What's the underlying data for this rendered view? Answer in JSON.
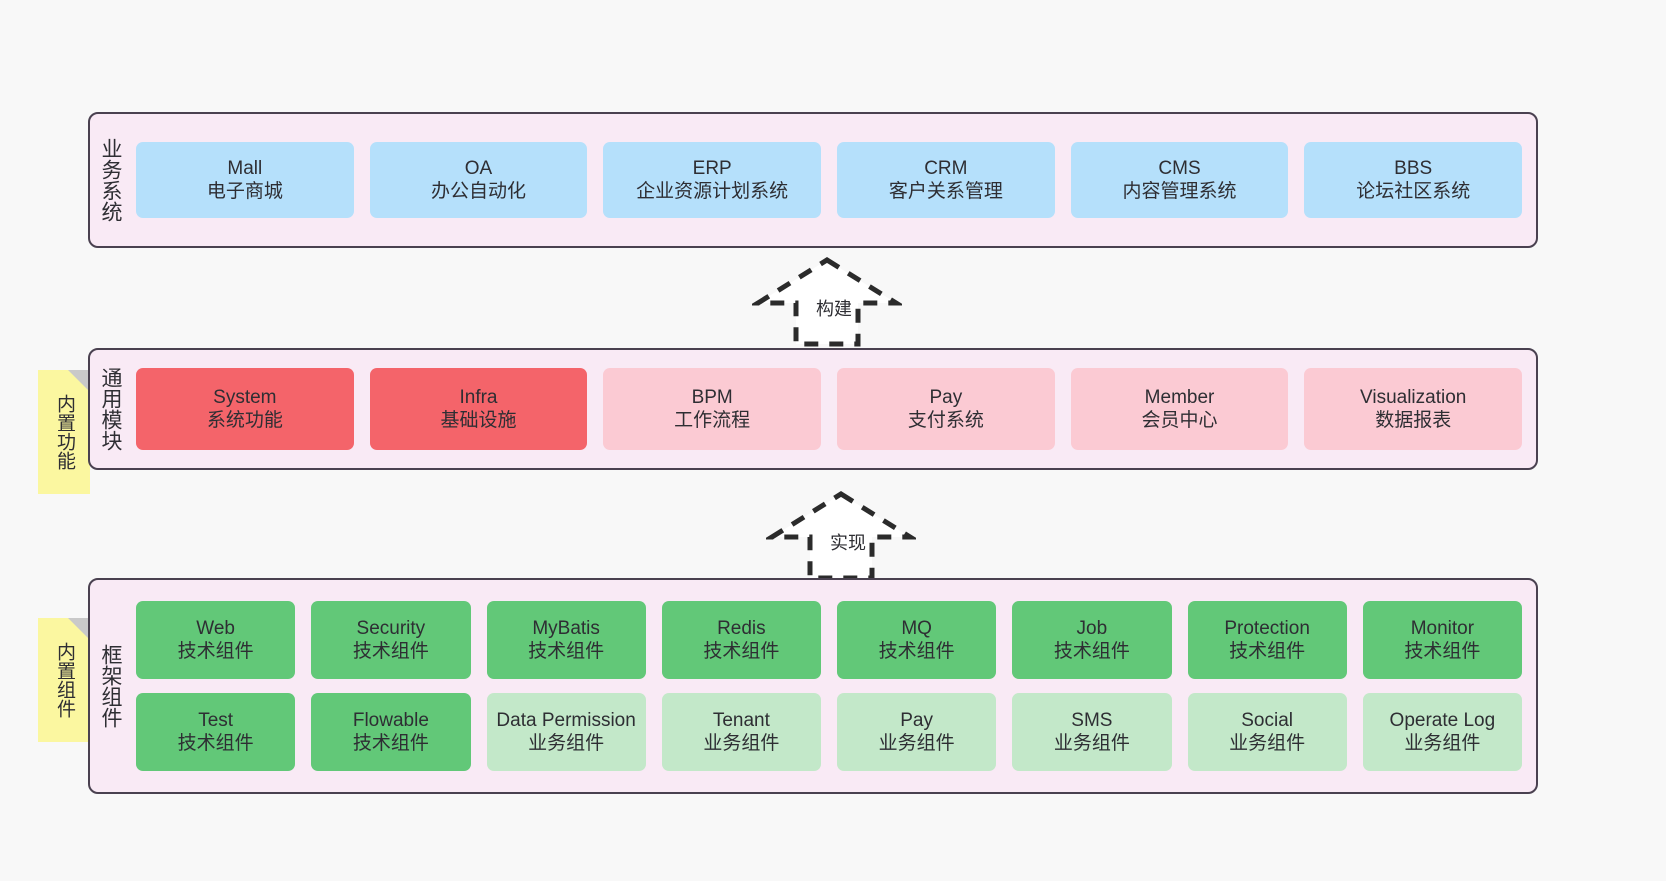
{
  "colors": {
    "layer_bg": "#f9eaf5",
    "layer_border": "#4a4150",
    "business_card": "#b5e0fb",
    "module_card_strong": "#f4646a",
    "module_card_soft": "#fbcad3",
    "frame_card_tech": "#62c878",
    "frame_card_biz": "#c3e8c9",
    "note_bg": "#fbf7a0",
    "note_fold": "#c9c9c9",
    "canvas_bg": "#f8f8f8"
  },
  "layers": {
    "business": {
      "label": "业务系统",
      "cards": [
        {
          "en": "Mall",
          "cn": "电子商城"
        },
        {
          "en": "OA",
          "cn": "办公自动化"
        },
        {
          "en": "ERP",
          "cn": "企业资源计划系统"
        },
        {
          "en": "CRM",
          "cn": "客户关系管理"
        },
        {
          "en": "CMS",
          "cn": "内容管理系统"
        },
        {
          "en": "BBS",
          "cn": "论坛社区系统"
        }
      ]
    },
    "module": {
      "label": "通用模块",
      "note": "内置功能",
      "cards": [
        {
          "en": "System",
          "cn": "系统功能",
          "tone": "strong"
        },
        {
          "en": "Infra",
          "cn": "基础设施",
          "tone": "strong"
        },
        {
          "en": "BPM",
          "cn": "工作流程",
          "tone": "soft"
        },
        {
          "en": "Pay",
          "cn": "支付系统",
          "tone": "soft"
        },
        {
          "en": "Member",
          "cn": "会员中心",
          "tone": "soft"
        },
        {
          "en": "Visualization",
          "cn": "数据报表",
          "tone": "soft"
        }
      ]
    },
    "framework": {
      "label": "框架组件",
      "note": "内置组件",
      "row1": [
        {
          "en": "Web",
          "cn": "技术组件"
        },
        {
          "en": "Security",
          "cn": "技术组件"
        },
        {
          "en": "MyBatis",
          "cn": "技术组件"
        },
        {
          "en": "Redis",
          "cn": "技术组件"
        },
        {
          "en": "MQ",
          "cn": "技术组件"
        },
        {
          "en": "Job",
          "cn": "技术组件"
        },
        {
          "en": "Protection",
          "cn": "技术组件"
        },
        {
          "en": "Monitor",
          "cn": "技术组件"
        }
      ],
      "row2": [
        {
          "en": "Test",
          "cn": "技术组件",
          "tone": "tech"
        },
        {
          "en": "Flowable",
          "cn": "技术组件",
          "tone": "tech"
        },
        {
          "en": "Data Permission",
          "cn": "业务组件",
          "tone": "biz"
        },
        {
          "en": "Tenant",
          "cn": "业务组件",
          "tone": "biz"
        },
        {
          "en": "Pay",
          "cn": "业务组件",
          "tone": "biz"
        },
        {
          "en": "SMS",
          "cn": "业务组件",
          "tone": "biz"
        },
        {
          "en": "Social",
          "cn": "业务组件",
          "tone": "biz"
        },
        {
          "en": "Operate Log",
          "cn": "业务组件",
          "tone": "biz"
        }
      ]
    }
  },
  "arrows": {
    "build": {
      "label": "构建"
    },
    "implement": {
      "label": "实现"
    }
  }
}
